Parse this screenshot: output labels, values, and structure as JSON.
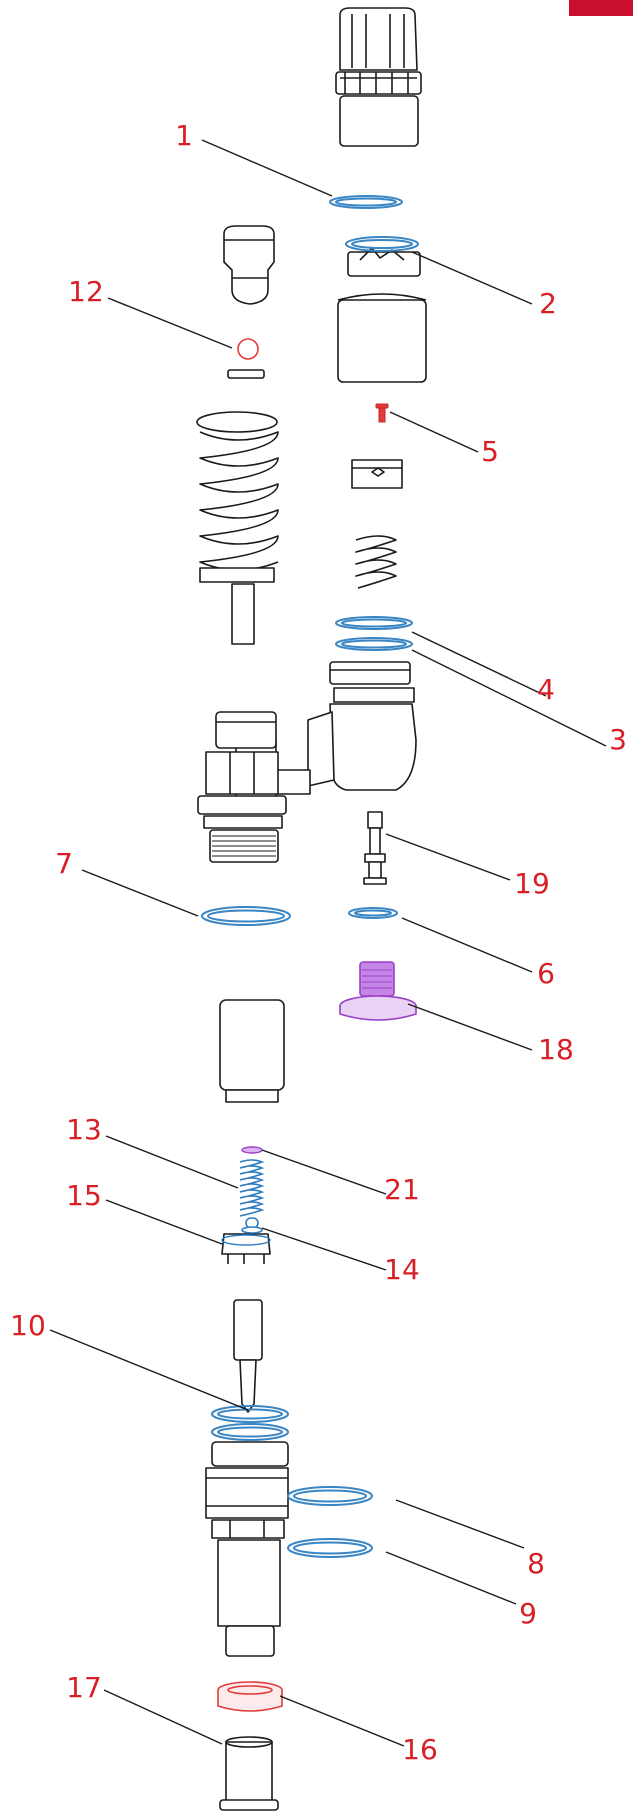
{
  "colors": {
    "callout": "#d81f26",
    "outline": "#1a1a1a",
    "oring_blue": "#3a86c4",
    "spring_blue": "#2e7cc0",
    "seal_red": "#e23b3b",
    "part_purple": "#9b3fc7",
    "corner_tab": "#c8102e"
  },
  "callouts": {
    "c1": "1",
    "c2": "2",
    "c3": "3",
    "c4": "4",
    "c5": "5",
    "c6": "6",
    "c7": "7",
    "c8": "8",
    "c9": "9",
    "c10": "10",
    "c12": "12",
    "c13": "13",
    "c14": "14",
    "c15": "15",
    "c16": "16",
    "c17": "17",
    "c18": "18",
    "c19": "19",
    "c21": "21"
  }
}
